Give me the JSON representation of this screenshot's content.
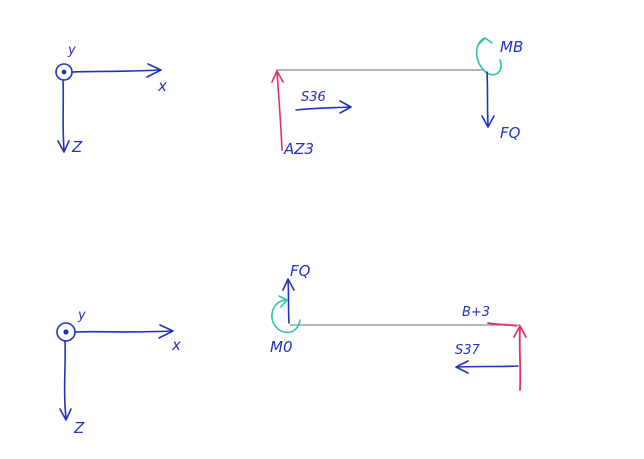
{
  "colors": {
    "paper": "#ffffff",
    "axis_ink": "#2233bb",
    "beam_ink": "#8a8a8a",
    "reaction_ink": "#e0306a",
    "moment_ink": "#2ec4a6"
  },
  "top_diagram": {
    "axes": {
      "y_label": "y",
      "x_label": "x",
      "z_label": "Z"
    },
    "left_force_label": "AZ3",
    "axial_force_label": "S36",
    "moment_label": "MB",
    "shear_force_label": "FQ"
  },
  "bottom_diagram": {
    "axes": {
      "y_label": "y",
      "x_label": "x",
      "z_label": "Z"
    },
    "shear_force_label": "FQ",
    "moment_label": "M0",
    "right_force_label": "B+3",
    "axial_force_label": "S37"
  }
}
